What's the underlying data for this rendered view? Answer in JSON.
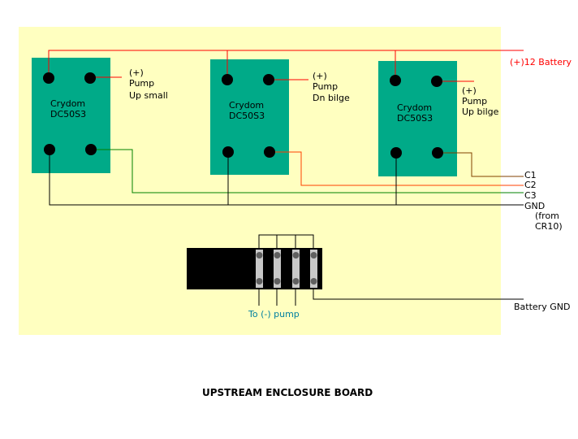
{
  "relays": [
    {
      "line1": "Crydom",
      "line2": "DC50S3",
      "label1": "(+)",
      "label2": "Pump",
      "label3": "Up small"
    },
    {
      "line1": "Crydom",
      "line2": "DC50S3",
      "label1": "(+)",
      "label2": "Pump",
      "label3": "Dn bilge"
    },
    {
      "line1": "Crydom",
      "line2": "DC50S3",
      "label1": "(+)",
      "label2": "Pump",
      "label3": "Up bilge"
    }
  ],
  "wires": {
    "battery": "(+)12 Battery",
    "c1": "C1",
    "c2": "C2",
    "c3": "C3",
    "gnd": "GND",
    "gnd_from1": "(from",
    "gnd_from2": "CR10)",
    "battery_gnd": "Battery GND",
    "pump_neg": "To (-) pump"
  },
  "title": "UPSTREAM ENCLOSURE BOARD",
  "colors": {
    "board": "#ffffc0",
    "relay": "#00aa88",
    "red": "#ff0000",
    "c1": "#804000",
    "c2": "#ff4000",
    "c3": "#008000",
    "cyan": "#0080a0"
  }
}
